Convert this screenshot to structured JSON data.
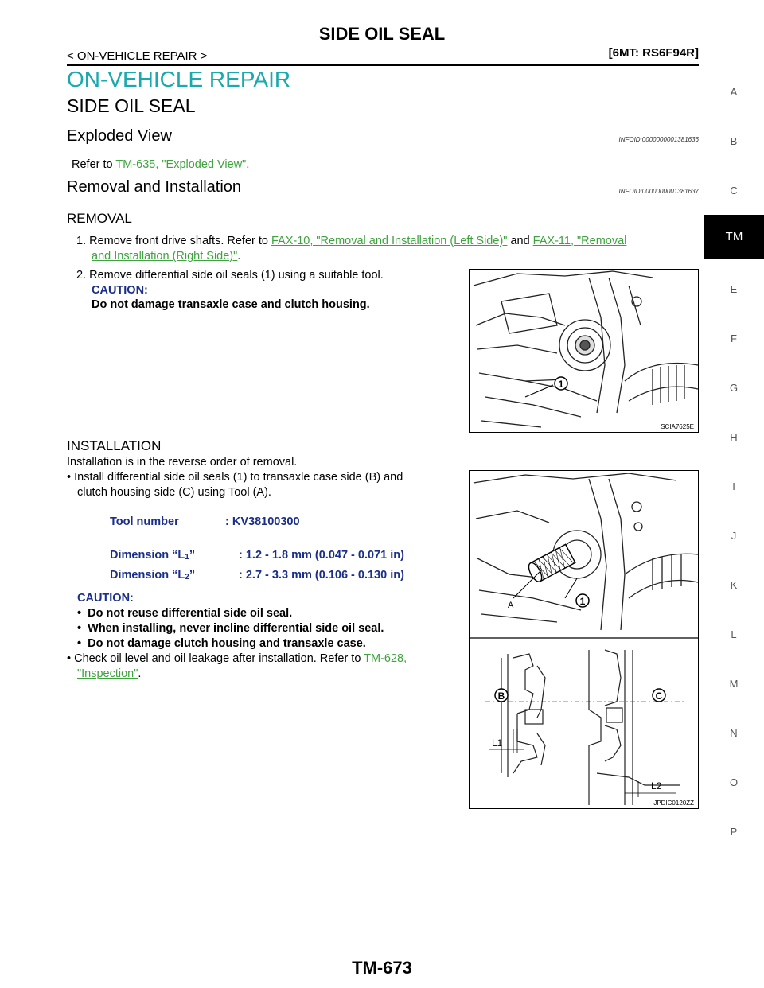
{
  "header": {
    "title": "SIDE OIL SEAL",
    "left": "< ON-VEHICLE REPAIR >",
    "right": "[6MT: RS6F94R]"
  },
  "section": {
    "heading": "ON-VEHICLE REPAIR",
    "subheading": "SIDE OIL SEAL"
  },
  "exploded": {
    "title": "Exploded View",
    "infoid": "INFOID:0000000001381636",
    "text_prefix": "Refer to ",
    "link": "TM-635, \"Exploded View\"",
    "text_suffix": "."
  },
  "removal_installation": {
    "title": "Removal and Installation",
    "infoid": "INFOID:0000000001381637"
  },
  "removal": {
    "title": "REMOVAL",
    "step1_prefix": "1.  Remove front drive shafts. Refer to ",
    "step1_link1": "FAX-10, \"Removal and Installation (Left Side)\"",
    "step1_and": " and ",
    "step1_link2a": "FAX-11, \"Removal",
    "step1_link2b": "and Installation (Right Side)\"",
    "step1_suffix": ".",
    "step2": "2.  Remove differential side oil seals (1) using a suitable tool.",
    "caution_label": "CAUTION:",
    "caution_text": "Do not damage transaxle case and clutch housing.",
    "figure_code": "SCIA7625E"
  },
  "installation": {
    "title": "INSTALLATION",
    "intro": "Installation is in the reverse order of removal.",
    "bullet1a": "•  Install differential side oil seals (1) to transaxle case side (B) and",
    "bullet1b": "clutch housing side (C) using Tool (A).",
    "tool_label": "Tool number",
    "tool_value": ": KV38100300",
    "dim1_label": "Dimension “L",
    "dim1_sub": "1",
    "dim1_close": "”",
    "dim1_value": ": 1.2 - 1.8 mm (0.047 - 0.071 in)",
    "dim2_label": "Dimension “L",
    "dim2_sub": "2",
    "dim2_close": "”",
    "dim2_value": ": 2.7 - 3.3 mm (0.106 - 0.130 in)",
    "caution_label": "CAUTION:",
    "caution_items": [
      "Do not reuse differential side oil seal.",
      "When installing, never incline differential side oil seal.",
      "Do not damage clutch housing and transaxle case."
    ],
    "bullet2_prefix": "•  Check oil level and oil leakage after installation. Refer to ",
    "bullet2_link_a": "TM-628,",
    "bullet2_link_b": "\"Inspection\"",
    "bullet2_suffix": ".",
    "figure_code": "JPDIC0120ZZ",
    "fig_labels": {
      "a": "A",
      "one": "1",
      "b": "B",
      "c": "C",
      "l1": "L1",
      "l2": "L2"
    }
  },
  "side_index": {
    "letters": [
      "A",
      "B",
      "C",
      "TM",
      "E",
      "F",
      "G",
      "H",
      "I",
      "J",
      "K",
      "L",
      "M",
      "N",
      "O",
      "P"
    ]
  },
  "footer": {
    "page": "TM-673"
  }
}
